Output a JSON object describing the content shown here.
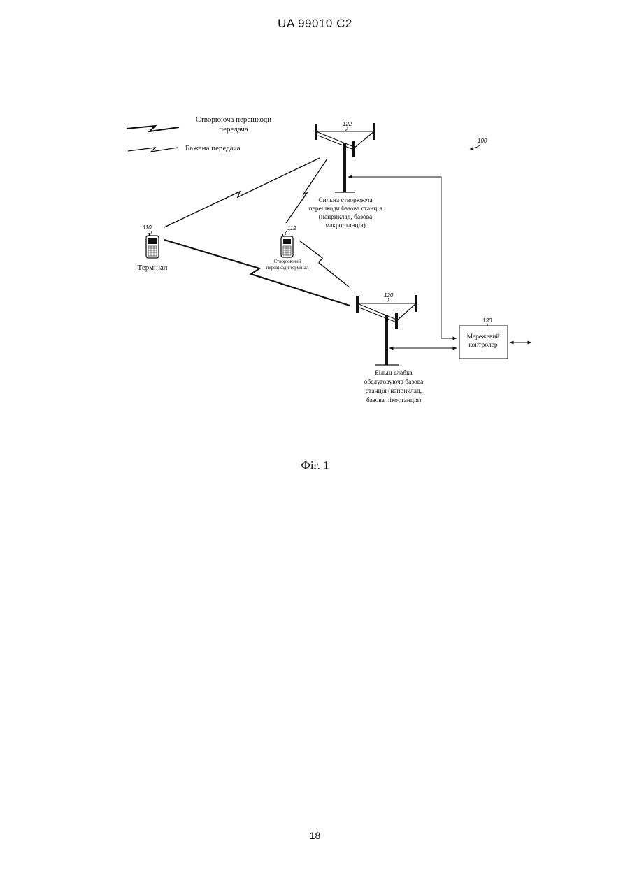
{
  "header": {
    "doc_id": "UA   99010   C2"
  },
  "legend": {
    "interfering_line1": "Створююча перешкоди",
    "interfering_line2": "передача",
    "desired": "Бажана передача"
  },
  "refs": {
    "system": "100",
    "terminal": "110",
    "interfering_terminal": "112",
    "serving_bs": "120",
    "interfering_bs": "122",
    "controller": "130"
  },
  "labels": {
    "terminal": "Термінал",
    "interfering_terminal_line1": "Створюючий",
    "interfering_terminal_line2": "перешкоди термінал",
    "interfering_bs_lines": [
      "Сильна створююча",
      "перешкоди базова станція",
      "(наприклад, базова",
      "макростанція)"
    ],
    "serving_bs_lines": [
      "Більш слабка",
      "обслуговуюча базова",
      "станція (наприклад,",
      "базова пікостанція)"
    ],
    "controller_line1": "Мережевий",
    "controller_line2": "контролер"
  },
  "caption": "Фіг. 1",
  "page_number": "18"
}
